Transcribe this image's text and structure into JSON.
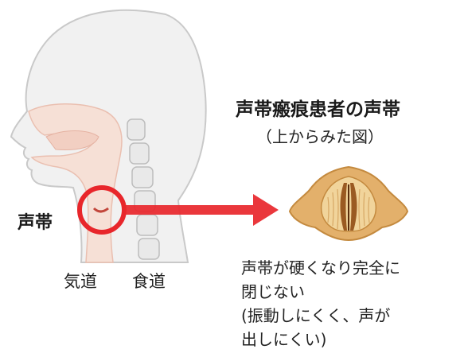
{
  "labels": {
    "vocal_cords": "声帯",
    "airway": "気道",
    "esophagus": "食道"
  },
  "title": "声帯瘢痕患者の声帯",
  "subtitle": "（上からみた図）",
  "description_lines": [
    "声帯が硬くなり完全に",
    "閉じない",
    "(振動しにくく、声が",
    "出しにくい)"
  ],
  "colors": {
    "highlight_red": "#e8262b",
    "skin": "#f6e3da",
    "head_outline": "#c9c9c9",
    "spine": "#d8d8d8",
    "cartilage": "#d9a457"
  }
}
